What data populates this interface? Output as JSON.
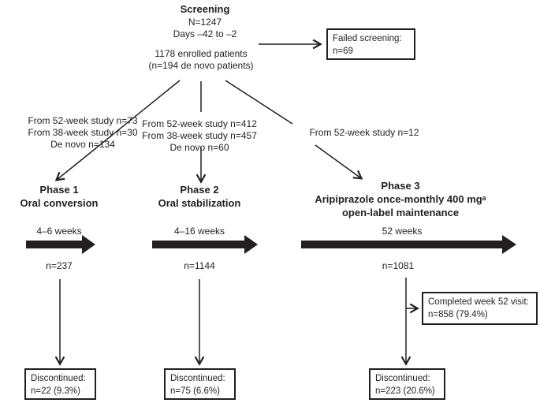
{
  "colors": {
    "ink": "#231f20",
    "background": "#ffffff"
  },
  "screening": {
    "title": "Screening",
    "n_total": "N=1247",
    "days": "Days –42 to –2"
  },
  "failed_screening": {
    "label": "Failed screening:",
    "value": "n=69"
  },
  "enrolled": {
    "line1": "1178 enrolled patients",
    "line2": "(n=194 de novo patients)"
  },
  "branch_labels": {
    "phase1": [
      "From 52-week study n=73",
      "From 38-week study n=30",
      "De novo n=134"
    ],
    "phase2": [
      "From 52-week study n=412",
      "From 38-week study n=457",
      "De novo n=60"
    ],
    "phase3": [
      "From 52-week study n=12"
    ]
  },
  "phases": [
    {
      "title": "Phase 1",
      "subtitle_lines": [
        "Oral conversion"
      ],
      "duration": "4–6 weeks",
      "n": "n=237",
      "discontinued": {
        "label": "Discontinued:",
        "value": "n=22 (9.3%)"
      }
    },
    {
      "title": "Phase 2",
      "subtitle_lines": [
        "Oral stabilization"
      ],
      "duration": "4–16 weeks",
      "n": "n=1144",
      "discontinued": {
        "label": "Discontinued:",
        "value": "n=75 (6.6%)"
      }
    },
    {
      "title": "Phase 3",
      "subtitle_lines": [
        "Aripiprazole once-monthly 400 mgᵃ",
        "open-label maintenance"
      ],
      "duration": "52 weeks",
      "n": "n=1081",
      "completed": {
        "label": "Completed week 52 visit:",
        "value": "n=858 (79.4%)"
      },
      "discontinued": {
        "label": "Discontinued:",
        "value": "n=223 (20.6%)"
      }
    }
  ]
}
